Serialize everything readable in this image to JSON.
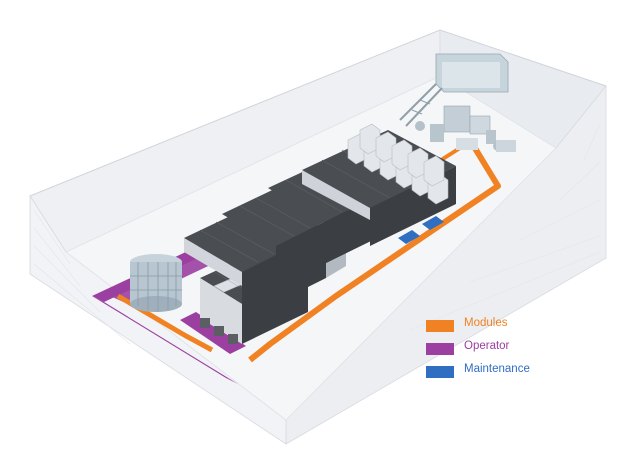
{
  "legend": {
    "items": [
      {
        "label": "Modules",
        "color": "#f08224"
      },
      {
        "label": "Operator",
        "color": "#9b3fa0"
      },
      {
        "label": "Maintenance",
        "color": "#2f6ec0"
      }
    ]
  },
  "colors": {
    "floor": "#f6f7f9",
    "wall_light": "#f2f3f6",
    "wall_shade": "#e3e6eb",
    "cabinet_top": "#4a4d51",
    "cabinet_side": "#3b3e42",
    "frame": "#c9cdd3",
    "module_box": "#dde1e7"
  }
}
